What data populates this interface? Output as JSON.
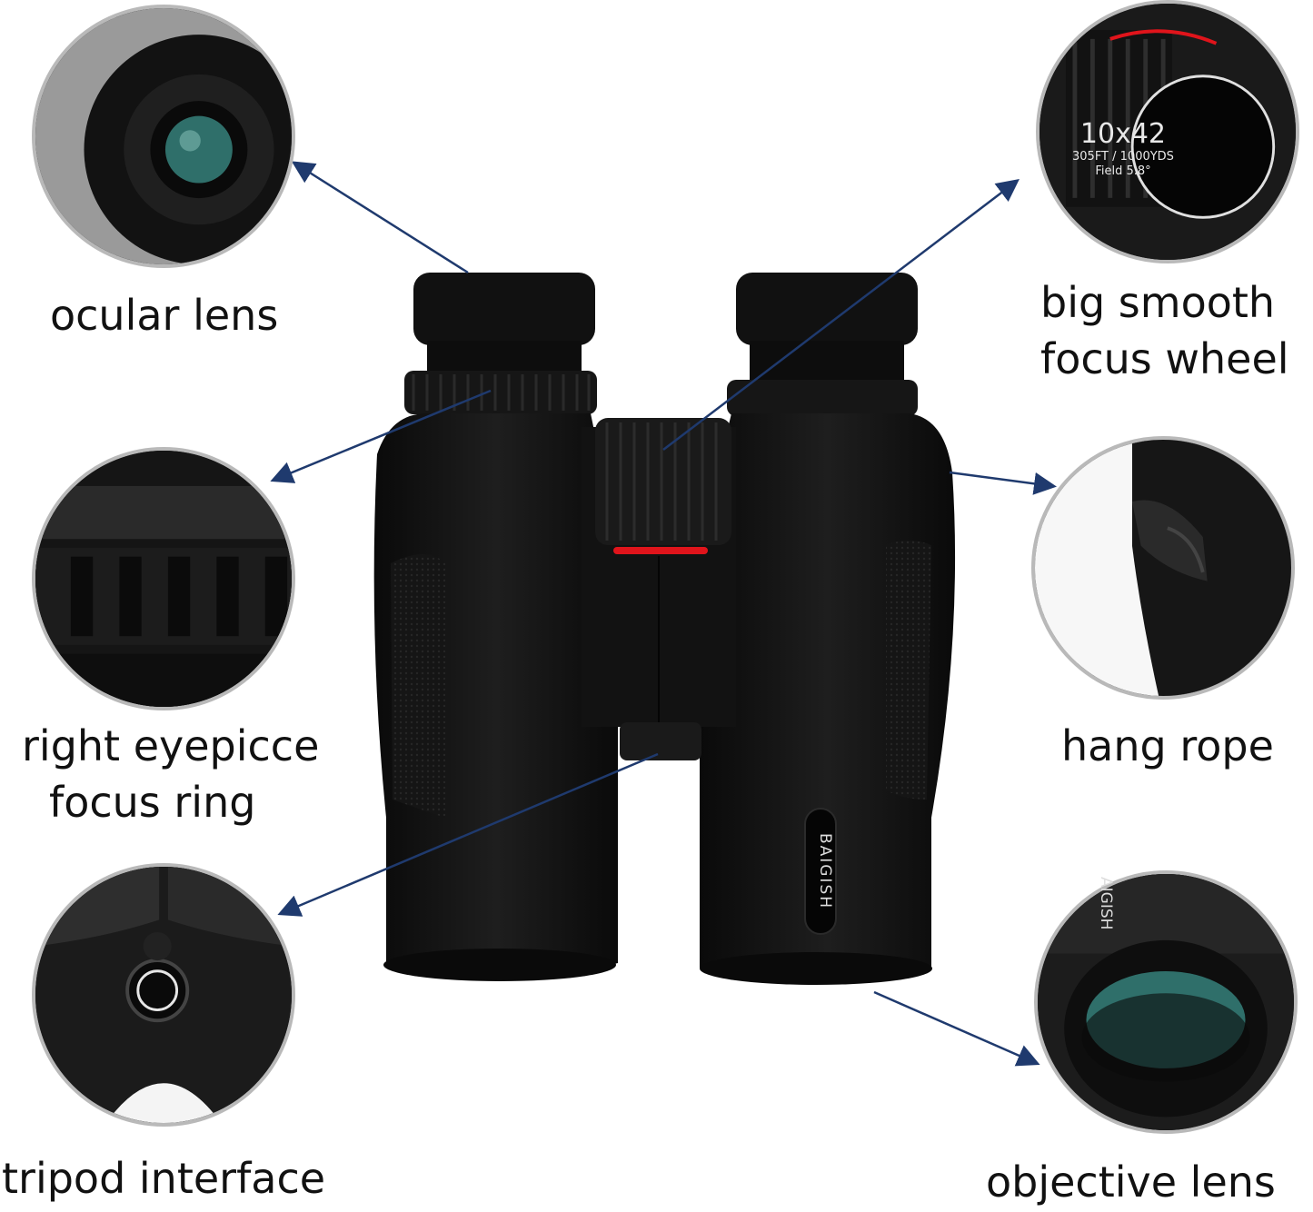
{
  "colors": {
    "body": "#141414",
    "rubber": "#0c0c0c",
    "accent_red": "#e0141b",
    "arrow": "#1f3a6e",
    "lens_teal": "#2f6f6a"
  },
  "labels": {
    "ocular_lens": [
      "ocular lens"
    ],
    "right_eyepiece": [
      "right eyepicce",
      "focus ring"
    ],
    "tripod": [
      "tripod interface"
    ],
    "focus_wheel": [
      "big smooth",
      "focus wheel"
    ],
    "hang_rope": [
      "hang rope"
    ],
    "objective_lens": [
      "objective lens"
    ]
  },
  "brand": "BAIGISH",
  "brand_partial": "AIGISH",
  "wheel_cap": {
    "spec": "10x42",
    "field": "305FT / 1000YDS",
    "angle": "Field 5.8°"
  },
  "icons": [
    "ocular-lens-closeup-icon",
    "eyepiece-ring-closeup-icon",
    "tripod-mount-closeup-icon",
    "focus-wheel-closeup-icon",
    "hang-rope-lug-closeup-icon",
    "objective-lens-closeup-icon"
  ]
}
